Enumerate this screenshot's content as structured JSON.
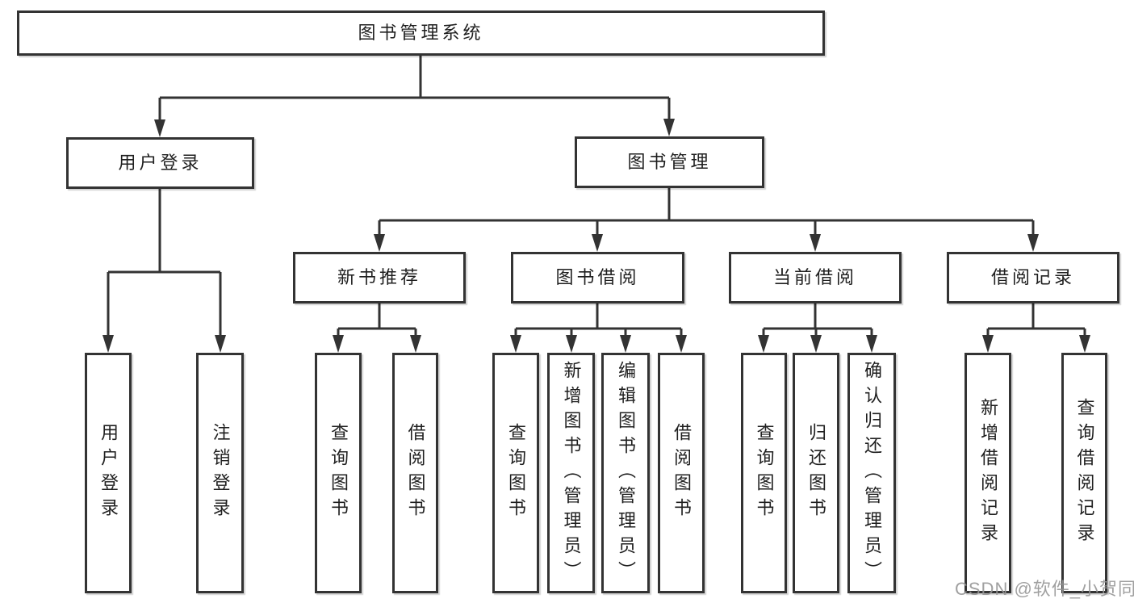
{
  "diagram": {
    "tree": {
      "label": "图书管理系统",
      "children": [
        {
          "label": "用户登录",
          "children": [
            {
              "label": "用户登录"
            },
            {
              "label": "注销登录"
            }
          ]
        },
        {
          "label": "图书管理",
          "children": [
            {
              "label": "新书推荐",
              "children": [
                {
                  "label": "查询图书"
                },
                {
                  "label": "借阅图书"
                }
              ]
            },
            {
              "label": "图书借阅",
              "children": [
                {
                  "label": "查询图书"
                },
                {
                  "label": "新增图书（管理员）"
                },
                {
                  "label": "编辑图书（管理员）"
                },
                {
                  "label": "借阅图书"
                }
              ]
            },
            {
              "label": "当前借阅",
              "children": [
                {
                  "label": "查询图书"
                },
                {
                  "label": "归还图书"
                },
                {
                  "label": "确认归还（管理员）"
                }
              ]
            },
            {
              "label": "借阅记录",
              "children": [
                {
                  "label": "新增借阅记录"
                },
                {
                  "label": "查询借阅记录"
                }
              ]
            }
          ]
        }
      ]
    },
    "watermark": {
      "text": "CSDN @软件_小贺同学"
    },
    "colors": {
      "line": "#333333",
      "border": "#333333",
      "text": "#1f1f1f",
      "watermark": "#969696",
      "background": "#ffffff"
    }
  }
}
